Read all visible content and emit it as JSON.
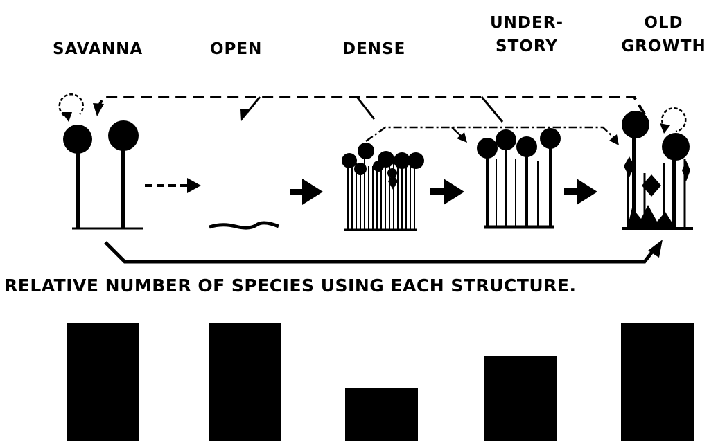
{
  "stages": [
    {
      "id": "savanna",
      "label": "SAVANNA"
    },
    {
      "id": "open",
      "label": "OPEN"
    },
    {
      "id": "dense",
      "label": "DENSE"
    },
    {
      "id": "understory",
      "label": "UNDER-\nSTORY"
    },
    {
      "id": "old_growth",
      "label": "OLD\nGROWTH"
    }
  ],
  "caption": "RELATIVE NUMBER OF SPECIES USING EACH STRUCTURE.",
  "chart_data": {
    "type": "bar",
    "categories": [
      "SAVANNA",
      "OPEN",
      "DENSE",
      "UNDER-STORY",
      "OLD GROWTH"
    ],
    "values": [
      1.0,
      1.0,
      0.45,
      0.72,
      1.0
    ],
    "ylim": [
      0,
      1
    ]
  },
  "colors": {
    "ink": "#000000",
    "background": "#ffffff"
  }
}
